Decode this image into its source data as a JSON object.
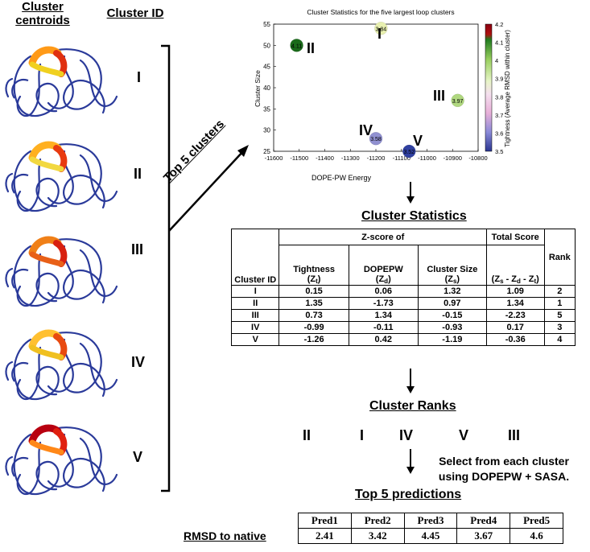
{
  "left": {
    "centroids_header": "Cluster centroids",
    "id_header": "Cluster ID",
    "cluster_ids": [
      "I",
      "II",
      "III",
      "IV",
      "V"
    ],
    "arrow_label": "Top 5 clusters",
    "loop_colors": [
      [
        "#ff9a18",
        "#e03010",
        "#f0d020"
      ],
      [
        "#ffb020",
        "#e83a10",
        "#f2d840"
      ],
      [
        "#f08018",
        "#d82010",
        "#e86018"
      ],
      [
        "#ffc030",
        "#e84a10",
        "#f0c020"
      ],
      [
        "#b80010",
        "#e02010",
        "#ff8818"
      ]
    ],
    "protein_color": "#2a3a9a"
  },
  "chart": {
    "title": "Cluster Statistics for the five largest loop clusters",
    "xlabel": "DOPE-PW Energy",
    "ylabel": "Cluster Size",
    "colorbar_label": "Tightness (Average RMSD within cluster)",
    "x_ticks": [
      "-11600",
      "-11500",
      "-11400",
      "-11300",
      "-11200",
      "-11100",
      "-11000",
      "-10900",
      "-10800"
    ],
    "y_ticks": [
      "25",
      "30",
      "35",
      "40",
      "45",
      "50",
      "55"
    ],
    "cb_ticks": [
      "4.2",
      "4.1",
      "4",
      "3.9",
      "3.8",
      "3.7",
      "3.6",
      "3.5"
    ]
  },
  "chart_data": {
    "type": "scatter",
    "title": "Cluster Statistics for the five largest loop clusters",
    "xlabel": "DOPE-PW Energy",
    "ylabel": "Cluster Size",
    "xlim": [
      -11600,
      -10800
    ],
    "ylim": [
      25,
      55
    ],
    "colorbar": {
      "label": "Tightness (Average RMSD within cluster)",
      "range": [
        3.5,
        4.2
      ]
    },
    "points": [
      {
        "id": "I",
        "x": -11180,
        "y": 54,
        "tightness": 3.84,
        "label": "3.84",
        "color": "#e8f0b0"
      },
      {
        "id": "II",
        "x": -11510,
        "y": 50,
        "tightness": 4.11,
        "label": "4.11",
        "color": "#1a6a1a"
      },
      {
        "id": "III",
        "x": -10880,
        "y": 37,
        "tightness": 3.97,
        "label": "3.97",
        "color": "#b0d880"
      },
      {
        "id": "IV",
        "x": -11200,
        "y": 28,
        "tightness": 3.58,
        "label": "3.58",
        "color": "#9090d0"
      },
      {
        "id": "V",
        "x": -11070,
        "y": 25,
        "tightness": 3.52,
        "label": "3.52",
        "color": "#3040a0"
      }
    ]
  },
  "stats": {
    "title": "Cluster Statistics",
    "zscore_header": "Z-score of",
    "total_header": "Total Score",
    "columns": {
      "cluster_id": "Cluster ID",
      "tightness": "Tightness",
      "tightness_sym": "(Z",
      "tightness_sub": "t",
      "dopepw": "DOPEPW",
      "dopepw_sym": "(Z",
      "dopepw_sub": "d",
      "size": "Cluster Size",
      "size_sym": "(Z",
      "size_sub": "s",
      "formula_a": "(Z",
      "formula_sub_s": "s",
      "formula_b": "- Z",
      "formula_sub_d": "d",
      "formula_c": "- Z",
      "formula_sub_t": "t",
      "formula_end": ")",
      "rank": "Rank"
    },
    "rows": [
      [
        "I",
        "0.15",
        "0.06",
        "1.32",
        "1.09",
        "2"
      ],
      [
        "II",
        "1.35",
        "-1.73",
        "0.97",
        "1.34",
        "1"
      ],
      [
        "III",
        "0.73",
        "1.34",
        "-0.15",
        "-2.23",
        "5"
      ],
      [
        "IV",
        "-0.99",
        "-0.11",
        "-0.93",
        "0.17",
        "3"
      ],
      [
        "V",
        "-1.26",
        "0.42",
        "-1.19",
        "-0.36",
        "4"
      ]
    ]
  },
  "ranks": {
    "title": "Cluster Ranks",
    "order": [
      "II",
      "I",
      "IV",
      "V",
      "III"
    ],
    "select_line1": "Select from each cluster",
    "select_line2": "using DOPEPW + SASA."
  },
  "predictions": {
    "title": "Top 5 predictions",
    "row_label": "RMSD to native",
    "headers": [
      "Pred1",
      "Pred2",
      "Pred3",
      "Pred4",
      "Pred5"
    ],
    "values": [
      "2.41",
      "3.42",
      "4.45",
      "3.67",
      "4.6"
    ]
  }
}
